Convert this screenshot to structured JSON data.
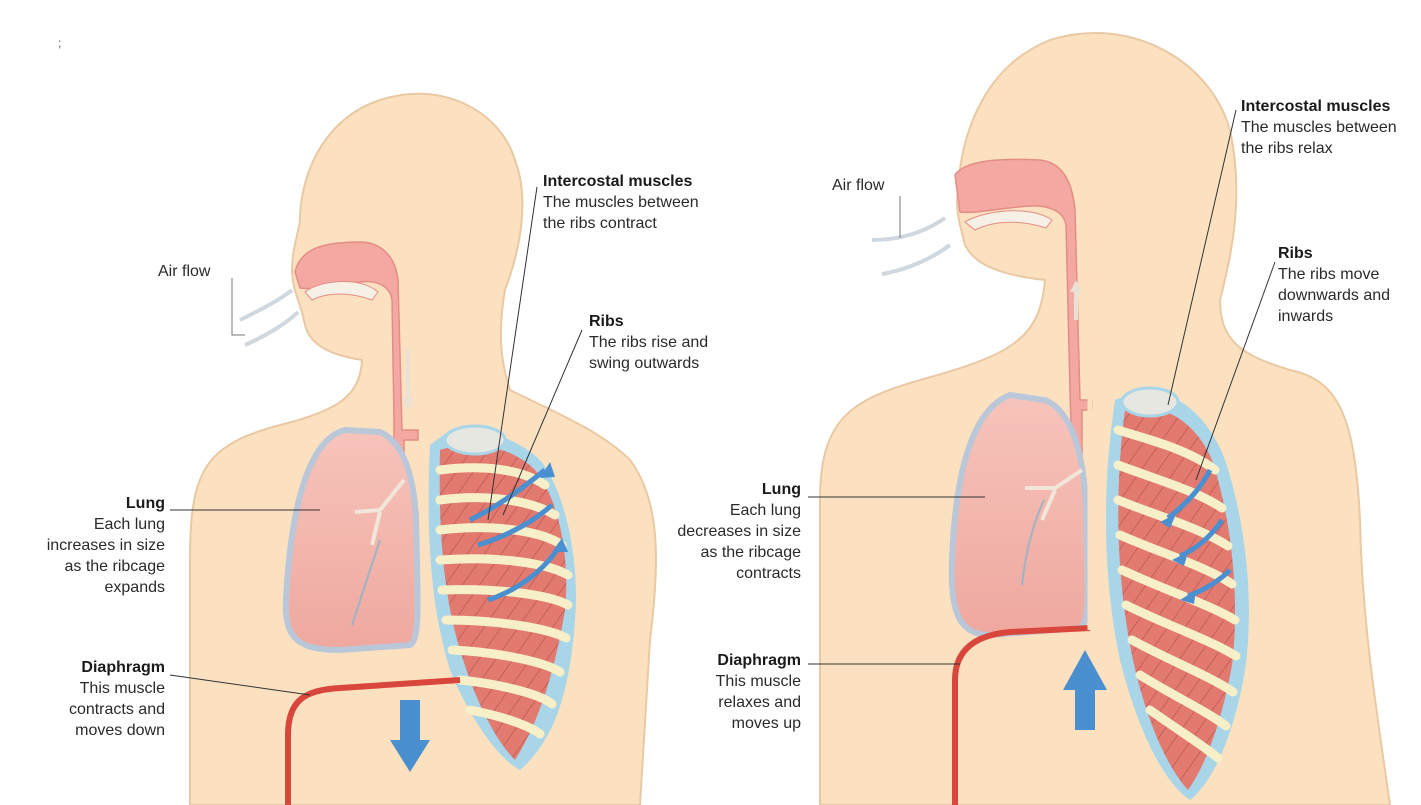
{
  "inhale": {
    "airflow": "Air flow",
    "intercostal": {
      "title": "Intercostal muscles",
      "desc": [
        "The muscles between",
        "the ribs contract"
      ]
    },
    "ribs": {
      "title": "Ribs",
      "desc": [
        "The ribs rise and",
        "swing outwards"
      ]
    },
    "lung": {
      "title": "Lung",
      "desc": [
        "Each lung",
        "increases in size",
        "as the ribcage",
        "expands"
      ]
    },
    "diaphragm": {
      "title": "Diaphragm",
      "desc": [
        "This muscle",
        "contracts and",
        "moves down"
      ]
    }
  },
  "exhale": {
    "airflow": "Air flow",
    "intercostal": {
      "title": "Intercostal muscles",
      "desc": [
        "The muscles between",
        "the ribs relax"
      ]
    },
    "ribs": {
      "title": "Ribs",
      "desc": [
        "The ribs move",
        "downwards and",
        "inwards"
      ]
    },
    "lung": {
      "title": "Lung",
      "desc": [
        "Each lung",
        "decreases in size",
        "as the ribcage",
        "contracts"
      ]
    },
    "diaphragm": {
      "title": "Diaphragm",
      "desc": [
        "This muscle",
        "relaxes and",
        "moves up"
      ]
    }
  },
  "stray_mark": ";",
  "colors": {
    "skin": "#fbe1c0",
    "skin_outline": "#e9c9a3",
    "airway": "#f2a6a0",
    "lung": "#f2b5ab",
    "lung_edge": "#b9c7d9",
    "muscle": "#e0776d",
    "rib": "#f6efc8",
    "rib_blue": "#a9d5e8",
    "arrow_blue": "#4a8fcf",
    "diaphragm": "#d9463c"
  }
}
